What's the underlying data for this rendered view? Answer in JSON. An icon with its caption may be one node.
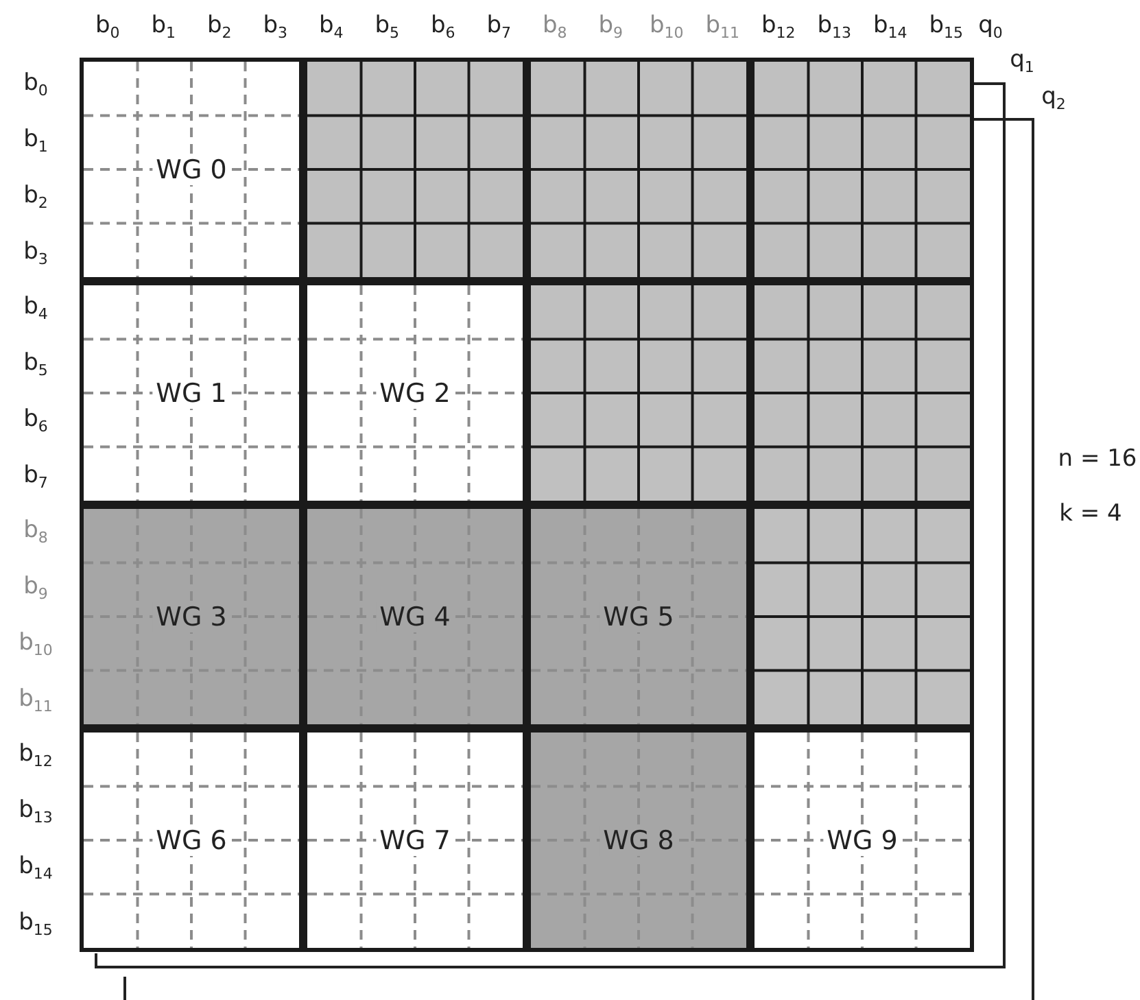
{
  "diagram": {
    "nodes": [
      {
        "text": [
          "WG 0"
        ]
      },
      {
        "text": [],
        "shape": "box"
      },
      {
        "text": [],
        "shape": "box"
      },
      {
        "text": [],
        "shape": "box"
      },
      {
        "text": [
          "WG 1"
        ]
      },
      {
        "text": [
          "WG 2"
        ]
      },
      {
        "text": [],
        "shape": "box"
      },
      {
        "text": [],
        "shape": "box"
      },
      {
        "text": [
          "WG 3"
        ]
      },
      {
        "text": [
          "WG 4"
        ]
      },
      {
        "text": [
          "WG 5"
        ]
      },
      {
        "text": [],
        "shape": "box"
      },
      {
        "text": [
          "WG 6"
        ]
      },
      {
        "text": [
          "WG 7"
        ]
      },
      {
        "text": [
          "WG 8"
        ]
      },
      {
        "text": [
          "WG 9"
        ]
      }
    ],
    "labels": [
      "b$_{0}$",
      "b$_{1}$",
      "b$_{2}$",
      "b$_{3}$",
      "b$_{4}$",
      "b$_{5}$",
      "b$_{6}$",
      "b$_{7}$",
      "b$_{8}$",
      "b$_{9}$",
      "b$_{10}$",
      "b$_{11}$",
      "b$_{12}$",
      "b$_{13}$",
      "b$_{14}$",
      "b$_{15}$",
      "q$_{0}$",
      "q$_{1}$",
      "q$_{2}$",
      "b$_{0}$",
      "b$_{1}$",
      "b$_{2}$",
      "b$_{3}$",
      "b$_{4}$",
      "b$_{5}$",
      "b$_{6}$",
      "b$_{7}$",
      "b$_{8}$",
      "b$_{9}$",
      "b$_{10}$",
      "b$_{11}$",
      "b$_{12}$",
      "b$_{13}$",
      "b$_{14}$",
      "b$_{15}$",
      "n = 16",
      "k = 4"
    ]
  }
}
